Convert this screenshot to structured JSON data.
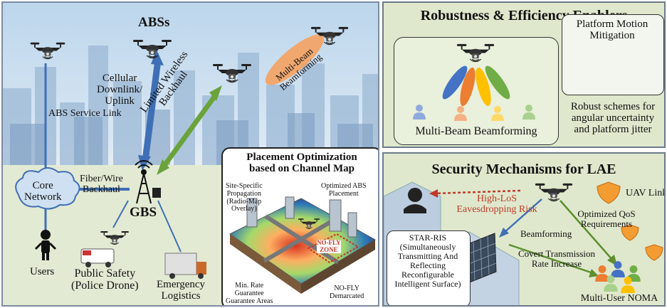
{
  "left_panel": {
    "abs_title": "ABSs",
    "abs_service_link": "ABS\nService\nLink",
    "cellular_link": "Cellular\nDownlink/\nUplink",
    "wireless_backhaul": "Limited Wireless\nBackhaul",
    "multi_beam": "Multi-Beam\nBeamforming",
    "core_network": "Core\nNetwork",
    "fiber_backhaul": "Fiber/Wire\nBackhaul",
    "gbs": "GBS",
    "users": "Users",
    "public_safety": "Public Safety\n(Police Drone)",
    "emergency_logistics": "Emergency\nLogistics"
  },
  "inset": {
    "title": "Placement Optimization\nbased on Channel Map",
    "site_specific": "Site-Specific\nPropagation\n(Radio-Map\nOverlay)",
    "optimized_placement": "Optimized ABS\nPlacement",
    "no_fly_zone": "NO-FLY\nZONE",
    "min_rate": "Min. Rate\nGuarantee\nGuarantee Areas",
    "no_fly_demarcated": "NO-FLY\nDemarcated"
  },
  "robustness": {
    "title": "Robustness & Efficiency Enablers",
    "multi_beam": "Multi-Beam Beamforming",
    "motion_mitigation": "Platform Motion\nMitigation",
    "robust_schemes": "Robust schemes for\nangular uncertainty\nand platform jitter"
  },
  "security": {
    "title": "Security Mechanisms for LAE",
    "uav_link": "UAV Link",
    "eavesdropping": "High-LoS\nEavesdropping Risk",
    "qos": "Optimized QoS\nRequirements",
    "beamforming": "Beamforming",
    "star_ris": "STAR-RIS\n(Simultaneously\nTransmitting And\nReflecting\nReconfigurable\nIntelligent Surface)",
    "covert": "Covert Transmission\nRate Increase",
    "noma": "Multi-User NOMA"
  },
  "colors": {
    "link_blue": "#3f6fb5",
    "backhaul_green": "#6aa33a",
    "beam_orange": "#f4a261",
    "eaves_red": "#c0392b"
  }
}
